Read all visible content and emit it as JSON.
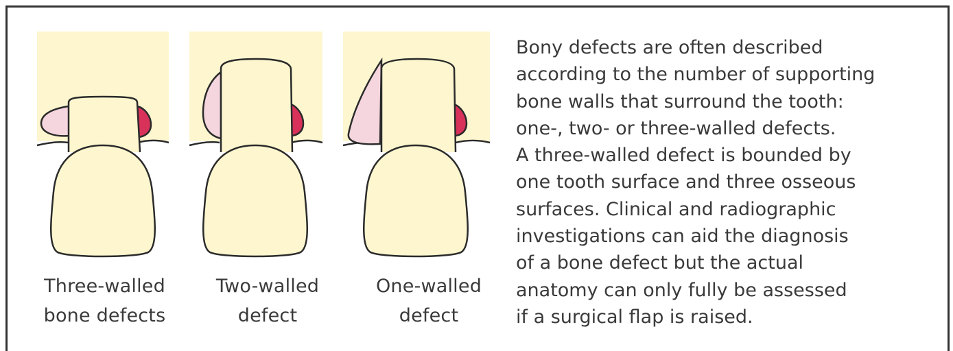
{
  "figures": [
    {
      "caption_line1": "Three-walled",
      "caption_line2": "bone defects"
    },
    {
      "caption_line1": "Two-walled",
      "caption_line2": "defect"
    },
    {
      "caption_line1": "One-walled",
      "caption_line2": "defect"
    }
  ],
  "description_lines": [
    "Bony defects are often described",
    "according to the number of supporting",
    "bone walls that surround the tooth:",
    "one-, two- or three-walled defects.",
    "A three-walled defect is bounded by",
    "one tooth surface and three osseous",
    "surfaces. Clinical and radiographic",
    "investigations can aid the diagnosis",
    "of a bone defect but the actual",
    "anatomy can only fully be assessed",
    "if a surgical flap is raised."
  ],
  "colors": {
    "bone_background": "#fdf6cf",
    "tooth_fill": "#fdf6cf",
    "outline": "#2b2b2b",
    "bone_wall_light": "#f6d6de",
    "bone_wall_dark": "#d8325a"
  }
}
